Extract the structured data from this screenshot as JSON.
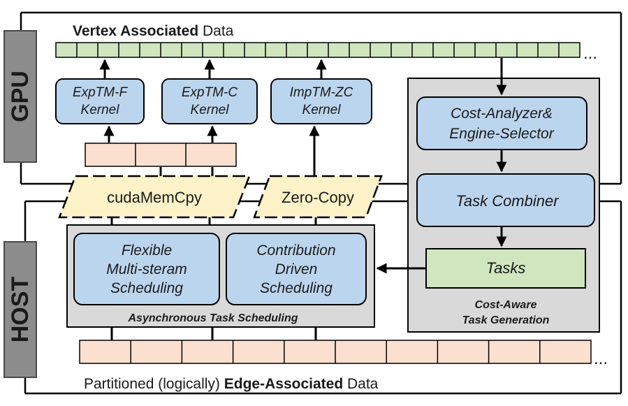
{
  "labels": {
    "gpu": "GPU",
    "host": "HOST",
    "vertex_bold": "Vertex Associated",
    "vertex_rest": "Data",
    "edge_prefix": "Partitioned (logically)",
    "edge_bold": "Edge-Associated",
    "edge_suffix": "Data",
    "ellipsis_top": "...",
    "ellipsis_bottom": "..."
  },
  "kernels": [
    {
      "line1": "ExpTM-F",
      "line2": "Kernel"
    },
    {
      "line1": "ExpTM-C",
      "line2": "Kernel"
    },
    {
      "line1": "ImpTM-ZC",
      "line2": "Kernel"
    }
  ],
  "transfers": {
    "memcpy": "cudaMemCpy",
    "zerocopy": "Zero-Copy"
  },
  "task_generation": {
    "analyzer_line1": "Cost-Analyzer&",
    "analyzer_line2": "Engine-Selector",
    "combiner": "Task Combiner",
    "tasks": "Tasks",
    "caption_line1": "Cost-Aware",
    "caption_line2": "Task Generation"
  },
  "scheduling": {
    "flexible_line1": "Flexible",
    "flexible_line2": "Multi-steram",
    "flexible_line3": "Scheduling",
    "contribution_line1": "Contribution",
    "contribution_line2": "Driven",
    "contribution_line3": "Scheduling",
    "caption": "Asynchronous Task Scheduling"
  },
  "colors": {
    "green": "#cfe6bf",
    "blue": "#bcd5ee",
    "peach": "#fbe0d0",
    "yellow": "#fdf2c8",
    "gray": "#d9d9d9",
    "dark_gray": "#8c8c8c"
  }
}
